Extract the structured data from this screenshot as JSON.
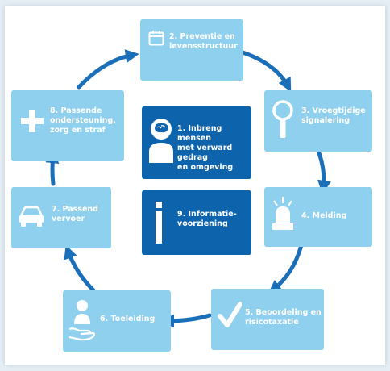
{
  "colors": {
    "light_box": "#8fd0ef",
    "dark_box": "#0e63ad",
    "arrow": "#1a6fb8",
    "icon": "#ffffff"
  },
  "steps": [
    {
      "id": "step-1",
      "label": "1. Inbreng mensen\nmet verward gedrag\nen omgeving",
      "icon": "person-brain-icon"
    },
    {
      "id": "step-2",
      "label": "2. Preventie en\nlevensstructuur",
      "icon": "calendar-icon"
    },
    {
      "id": "step-3",
      "label": "3. Vroegtijdige\nsignalering",
      "icon": "magnifier-icon"
    },
    {
      "id": "step-4",
      "label": "4. Melding",
      "icon": "alarm-siren-icon"
    },
    {
      "id": "step-5",
      "label": "5. Beoordeling en\nrisicotaxatie",
      "icon": "checkmark-icon"
    },
    {
      "id": "step-6",
      "label": "6. Toeleiding",
      "icon": "hand-person-icon"
    },
    {
      "id": "step-7",
      "label": "7. Passend\nvervoer",
      "icon": "car-icon"
    },
    {
      "id": "step-8",
      "label": "8. Passende\nondersteuning,\nzorg en straf",
      "icon": "plus-icon"
    },
    {
      "id": "step-9",
      "label": "9. Informatie-\nvoorziening",
      "icon": "info-icon"
    }
  ]
}
